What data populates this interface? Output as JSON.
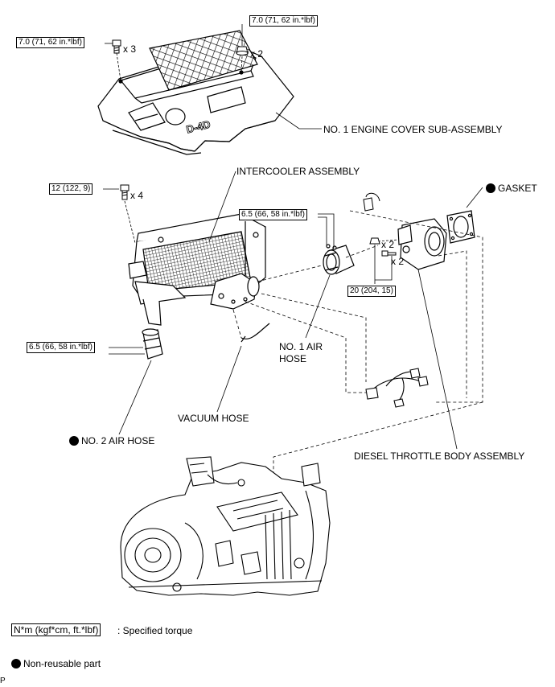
{
  "labels": {
    "engine_cover": "NO. 1 ENGINE COVER SUB-ASSEMBLY",
    "intercooler": "INTERCOOLER ASSEMBLY",
    "gasket": "GASKET",
    "no1_air_hose_line1": "NO. 1 AIR",
    "no1_air_hose_line2": "HOSE",
    "vacuum_hose": "VACUUM HOSE",
    "no2_air_hose": "NO. 2 AIR HOSE",
    "throttle_body": "DIESEL THROTTLE BODY ASSEMBLY",
    "cover_logo": "D-4D"
  },
  "torques": {
    "cover_bolt": "7.0 (71, 62 in.*lbf)",
    "cover_nut": "7.0 (71, 62 in.*lbf)",
    "intercooler_bolt": "12 (122, 9)",
    "no1_hose_clamp": "6.5 (66, 58 in.*lbf)",
    "no2_hose_clamp": "6.5 (66, 58 in.*lbf)",
    "throttle_fasteners": "20 (204, 15)"
  },
  "quantities": {
    "cover_bolt": "x 3",
    "cover_nut": "x 2",
    "intercooler_bolt": "x 4",
    "throttle_nut": "x 2",
    "throttle_bolt": "x 2"
  },
  "legend": {
    "torque_unit": "N*m (kgf*cm, ft.*lbf)",
    "torque_desc": ": Specified torque",
    "non_reusable": "Non-reusable part",
    "corner_mark": "P"
  },
  "colors": {
    "line": "#000000",
    "background": "#ffffff"
  }
}
